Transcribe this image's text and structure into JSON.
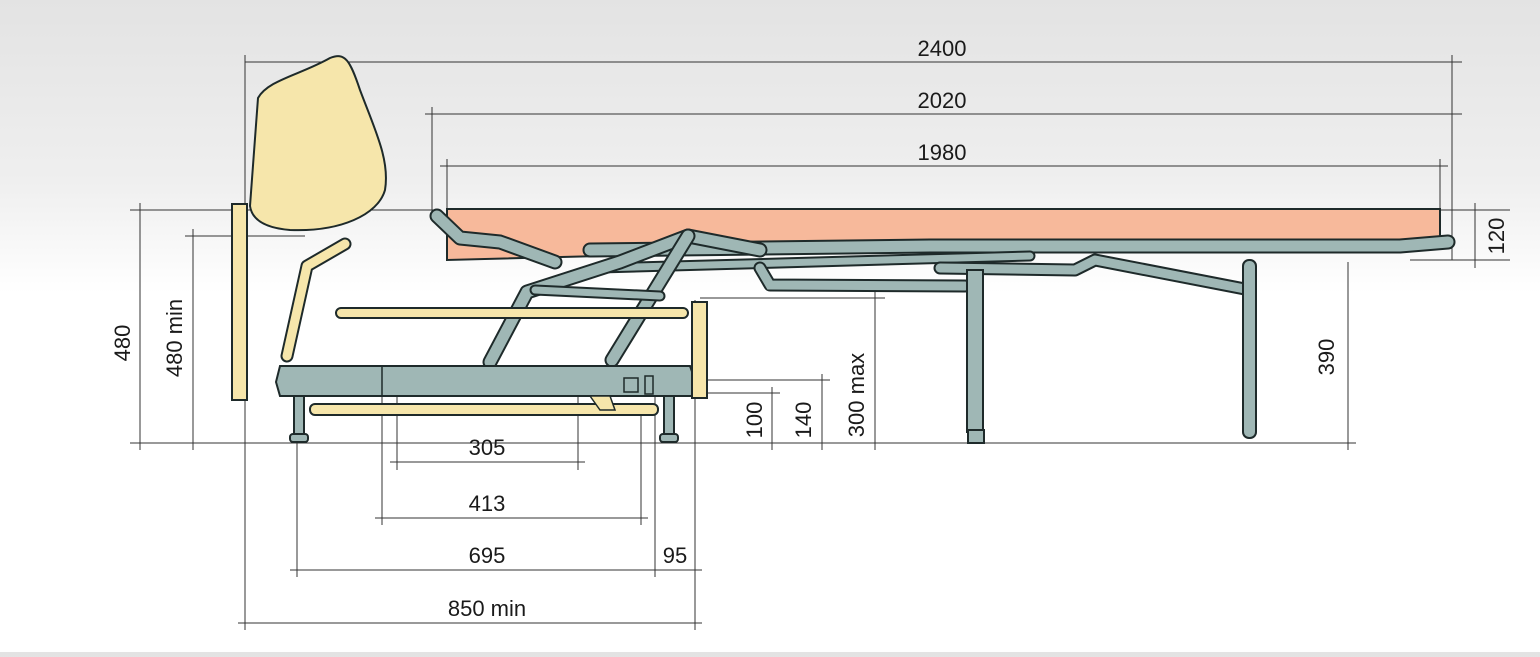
{
  "colors": {
    "mattress": "#f7b99b",
    "cushion": "#f6e6ab",
    "frame": "#9fb7b5",
    "outline": "#1e2a2a",
    "dimension_line": "#333333"
  },
  "dimensions": {
    "total_length": "2400",
    "frame_length": "2020",
    "mattress_length": "1980",
    "mattress_thickness": "120",
    "bed_height": "390",
    "seat_height": "480",
    "seat_height_min": "480 min",
    "clearance_100": "100",
    "clearance_140": "140",
    "clearance_300": "300 max",
    "depth_305": "305",
    "depth_413": "413",
    "depth_695": "695",
    "offset_95": "95",
    "depth_850": "850 min"
  }
}
